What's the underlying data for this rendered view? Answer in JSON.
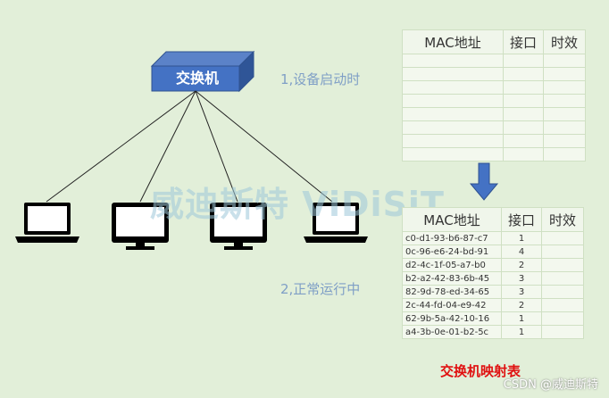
{
  "switch_label": "交换机",
  "step1": "1,设备启动时",
  "step2": "2,正常运行中",
  "watermark": "威迪斯特 ViDiSiT",
  "table_headers": {
    "mac": "MAC地址",
    "port": "接口",
    "age": "时效"
  },
  "table2_rows": [
    {
      "mac": "c0-d1-93-b6-87-c7",
      "port": "1"
    },
    {
      "mac": "0c-96-e6-24-bd-91",
      "port": "4"
    },
    {
      "mac": "d2-4c-1f-05-a7-b0",
      "port": "2"
    },
    {
      "mac": "b2-a2-42-83-6b-45",
      "port": "3"
    },
    {
      "mac": "82-9d-78-ed-34-65",
      "port": "3"
    },
    {
      "mac": "2c-44-fd-04-e9-42",
      "port": "2"
    },
    {
      "mac": "62-9b-5a-42-10-16",
      "port": "1"
    },
    {
      "mac": "a4-3b-0e-01-b2-5c",
      "port": "1"
    }
  ],
  "table_caption": "交换机映射表",
  "credit": "CSDN @威迪斯特",
  "colors": {
    "switch": "#4472c4",
    "arrow": "#4472c4",
    "caption": "#e01010"
  }
}
